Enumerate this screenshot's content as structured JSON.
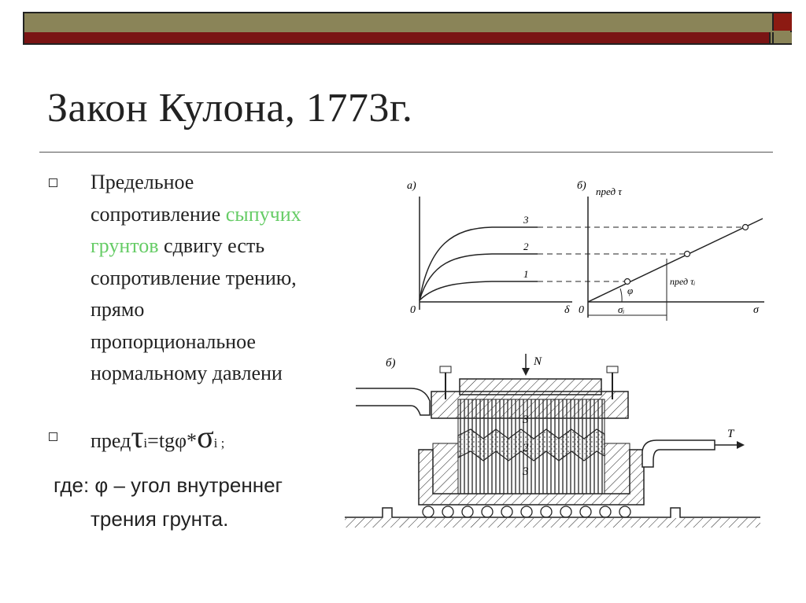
{
  "slide": {
    "title": "Закон Кулона, 1773г.",
    "bullet1": {
      "line1": "Предельное",
      "line2_start": "сопротивление ",
      "line2_highlight": "сыпучих",
      "line3_highlight": "грунтов",
      "line3_end": " сдвигу есть",
      "line4": "сопротивление трению,",
      "line5": "прямо",
      "line6": "пропорциональное",
      "line7": "нормальному давлени"
    },
    "bullet2": {
      "prefix": "пред",
      "tau": "τ",
      "sub_i1": "i",
      "middle": "=tgφ*",
      "sigma": "σ",
      "sub_i2": "i",
      "suffix": " ;"
    },
    "where": {
      "line1": "где: φ – угол внутреннег",
      "line2": "трения грунта."
    },
    "colors": {
      "highlight": "#66cc66",
      "bar_olive": "#8a8458",
      "bar_red": "#7a1414"
    }
  },
  "figure_top": {
    "panel_a": "а)",
    "panel_b": "б)",
    "curve_labels": [
      "3",
      "2",
      "1"
    ],
    "origin_a": "0",
    "axis_a": "δ",
    "origin_b": "0",
    "axis_b": "σ",
    "y_label": "пред τ",
    "phi": "φ",
    "sigma_i": "σᵢ",
    "pred_tau_i": "пред τᵢ"
  },
  "figure_bottom": {
    "panel": "б)",
    "load": "N",
    "force": "T",
    "layer_labels": [
      "3",
      "2",
      "3"
    ]
  }
}
